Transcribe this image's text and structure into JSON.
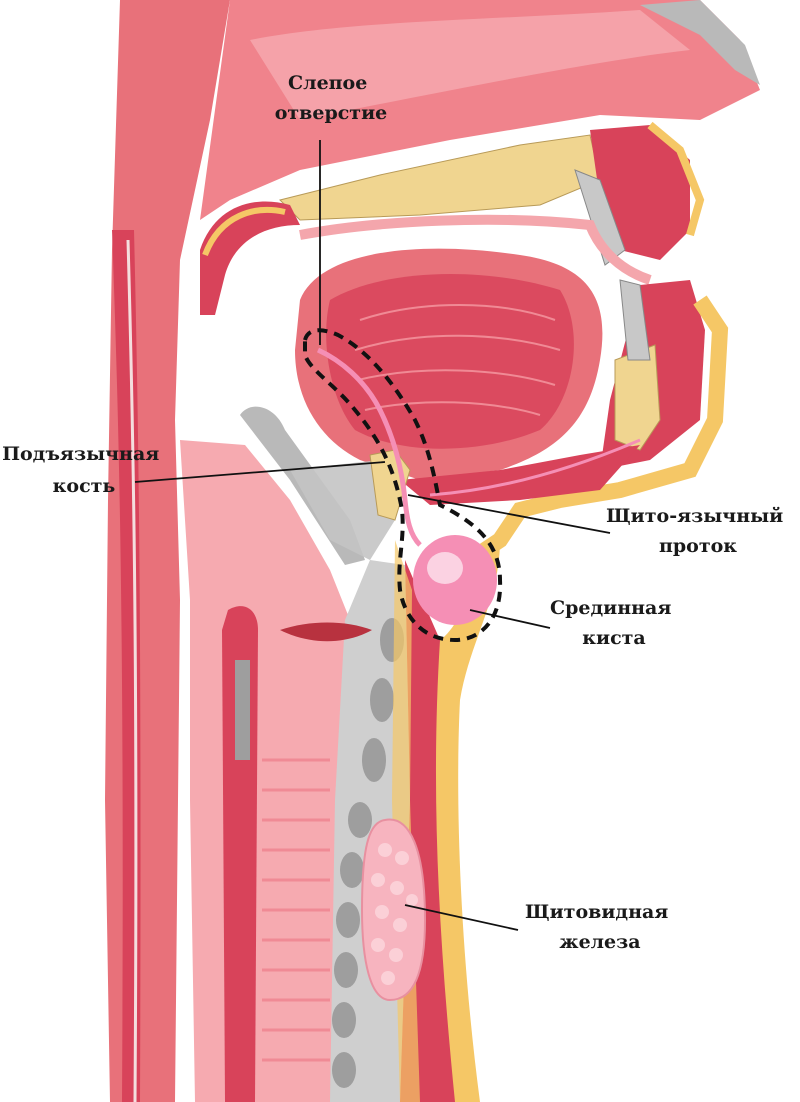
{
  "labels": {
    "foramen_caecum": [
      "Слепое",
      "отверстие"
    ],
    "hyoid_bone": [
      "Подъязычная",
      "кость"
    ],
    "thyroglossal_duct": [
      "Щито-язычный",
      "проток"
    ],
    "median_cyst": [
      "Срединная",
      "киста"
    ],
    "thyroid_gland": [
      "Щитовидная",
      "железа"
    ]
  },
  "colors": {
    "mucosa": "#e8717a",
    "mucosa_light": "#f4a6ac",
    "muscle": "#d8435a",
    "fat": "#f5c766",
    "bone": "#f0d590",
    "cartilage": "#b9b9b9",
    "cyst": "#f58fb5",
    "thyroid": "#f7b4bf",
    "outline": "#111111"
  }
}
